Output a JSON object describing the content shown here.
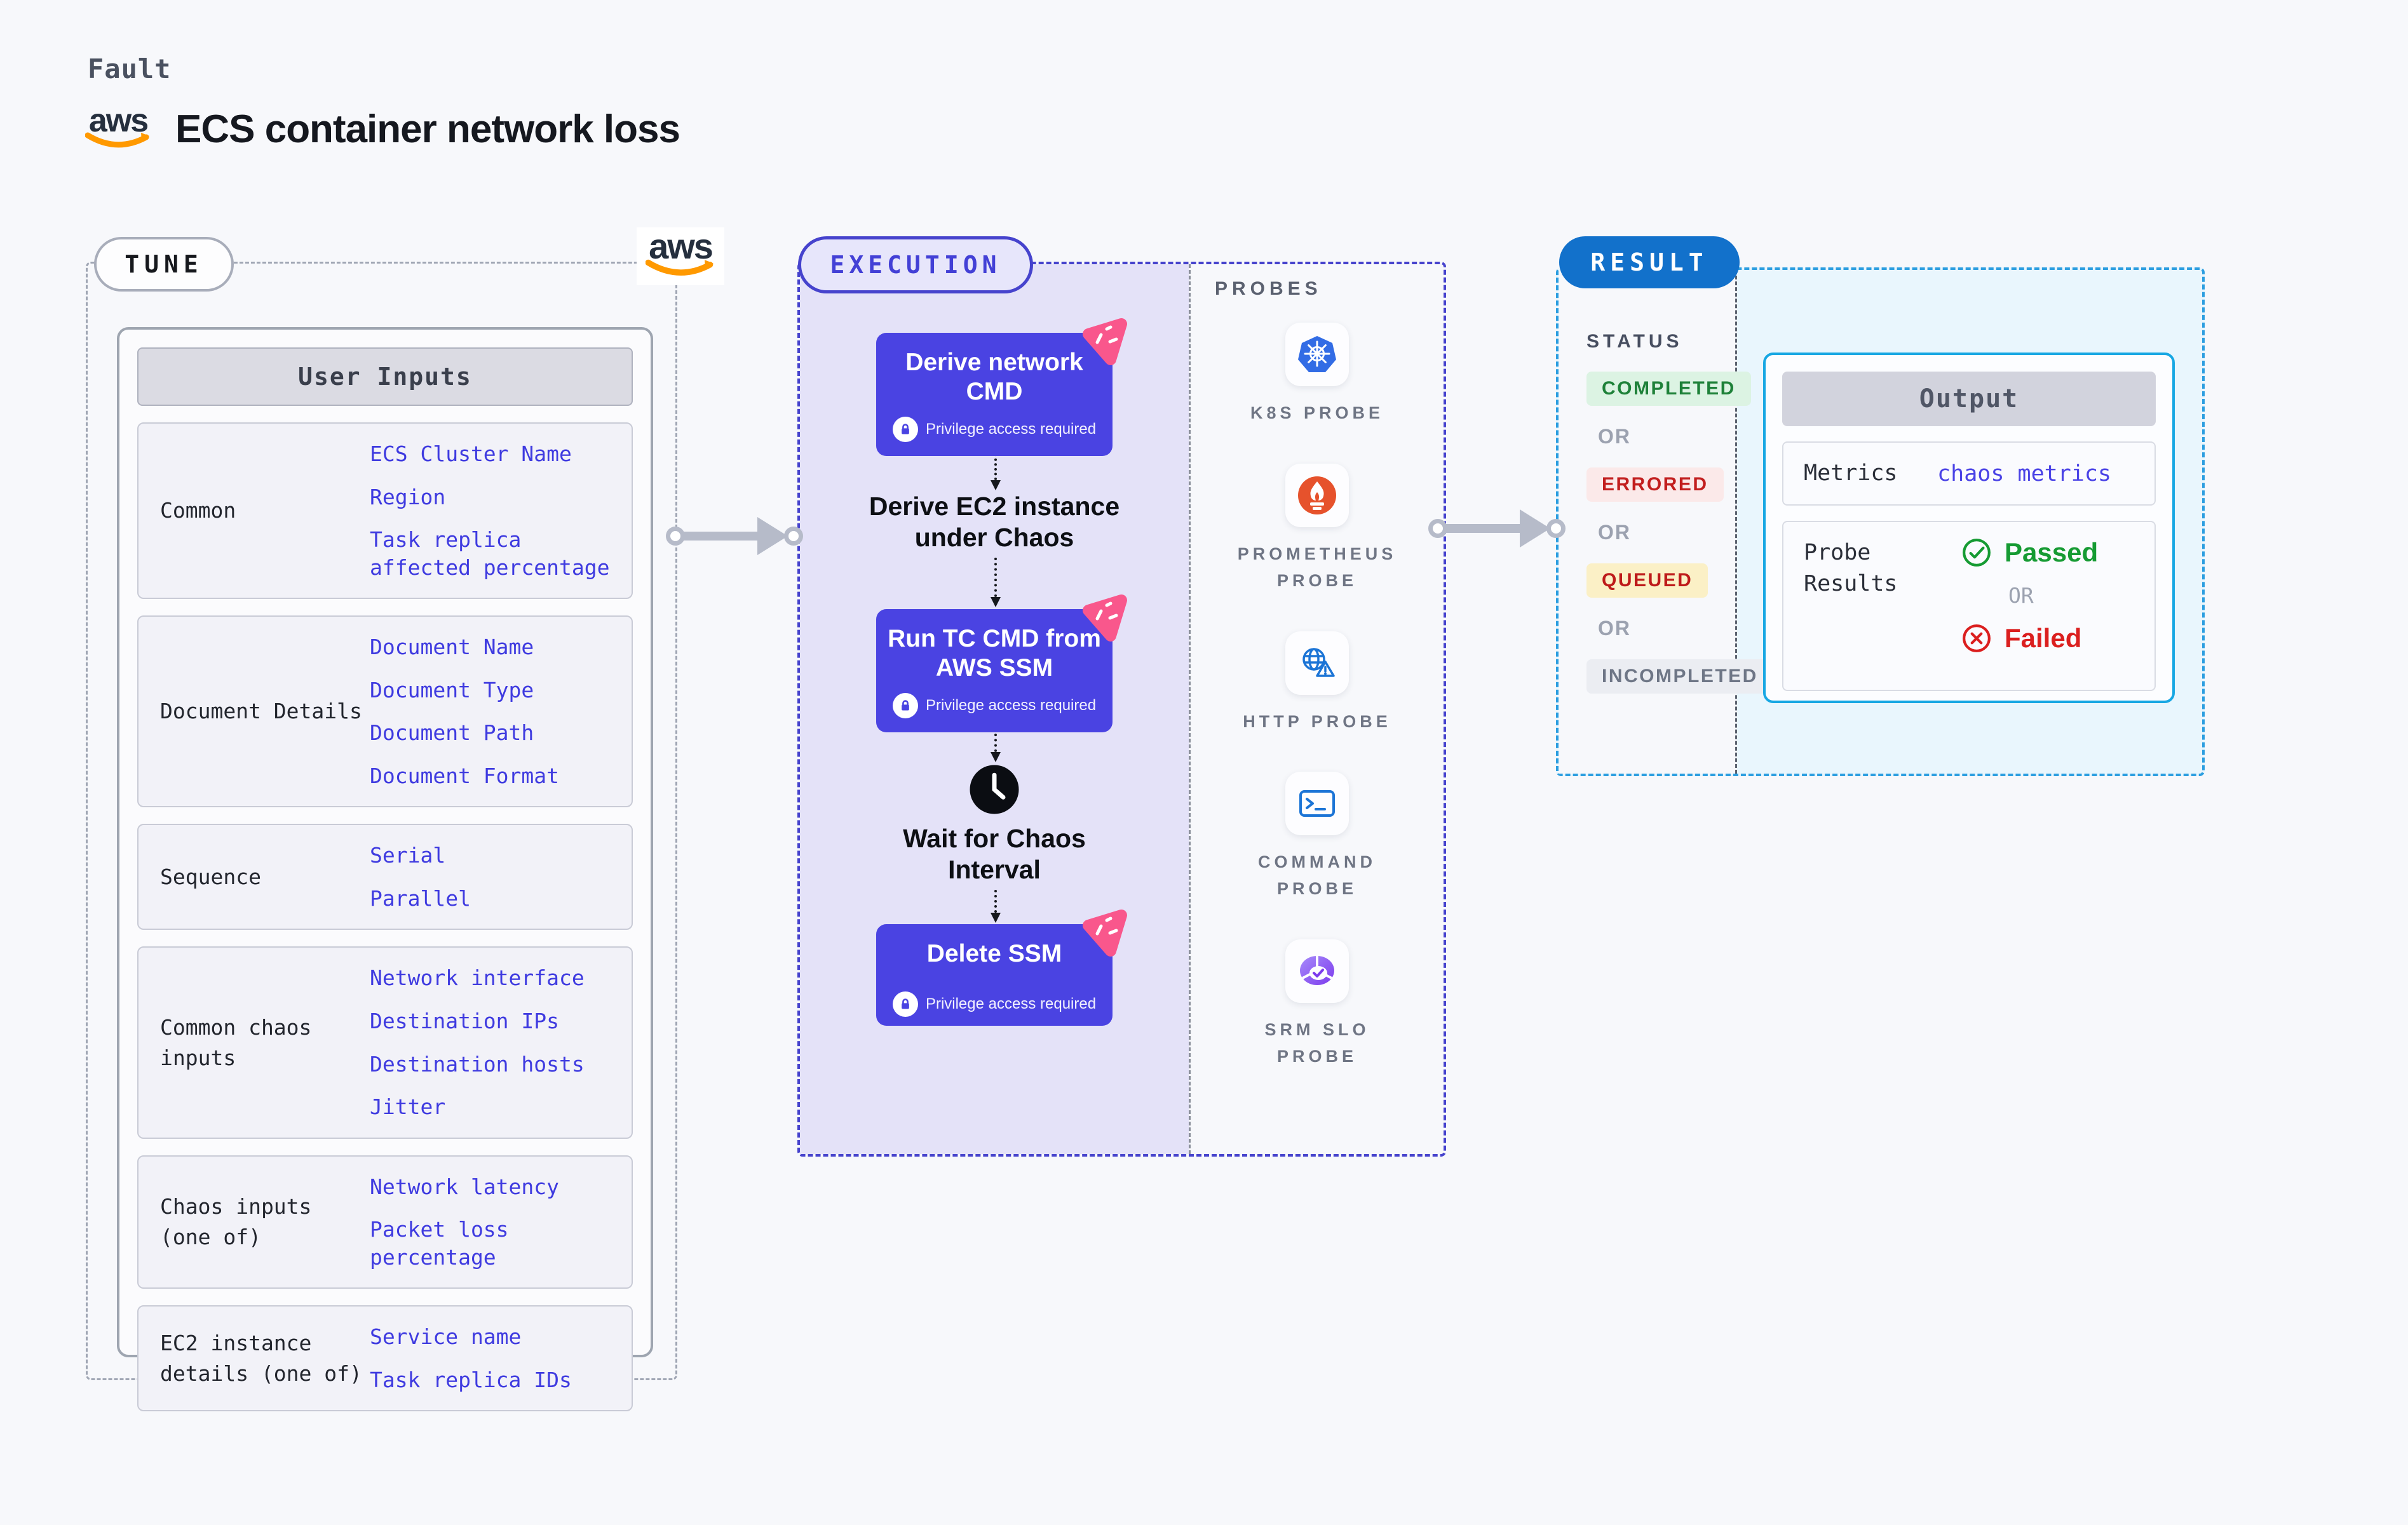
{
  "header": {
    "kicker": "Fault",
    "brand": "aws",
    "title": "ECS container network loss"
  },
  "tune": {
    "badge": "TUNE",
    "table_title": "User Inputs",
    "rows": [
      {
        "label": "Common",
        "values": [
          "ECS Cluster Name",
          "Region",
          "Task replica affected percentage"
        ]
      },
      {
        "label": "Document Details",
        "values": [
          "Document Name",
          "Document Type",
          "Document Path",
          "Document Format"
        ]
      },
      {
        "label": "Sequence",
        "values": [
          "Serial",
          "Parallel"
        ]
      },
      {
        "label": "Common chaos inputs",
        "values": [
          "Network interface",
          "Destination IPs",
          "Destination hosts",
          "Jitter"
        ]
      },
      {
        "label": "Chaos inputs (one of)",
        "values": [
          "Network latency",
          "Packet loss percentage"
        ]
      },
      {
        "label": "EC2 instance details (one of)",
        "values": [
          "Service name",
          "Task replica IDs"
        ]
      }
    ]
  },
  "execution": {
    "badge": "EXECUTION",
    "privilege_label": "Privilege access required",
    "nodes": [
      {
        "title": "Derive network CMD"
      },
      {
        "title": "Run TC CMD from AWS SSM"
      },
      {
        "title": "Delete SSM"
      }
    ],
    "flow_steps": [
      "Derive EC2 instance under Chaos",
      "Wait for Chaos Interval"
    ]
  },
  "probes": {
    "label": "PROBES",
    "items": [
      {
        "icon": "kubernetes-icon",
        "label": "K8S PROBE"
      },
      {
        "icon": "prometheus-icon",
        "label": "PROMETHEUS PROBE"
      },
      {
        "icon": "http-globe-warning-icon",
        "label": "HTTP PROBE"
      },
      {
        "icon": "terminal-icon",
        "label": "COMMAND PROBE"
      },
      {
        "icon": "slo-pie-check-icon",
        "label": "SRM SLO PROBE"
      }
    ]
  },
  "result": {
    "badge": "RESULT",
    "status_label": "STATUS",
    "or_label": "OR",
    "statuses": [
      {
        "label": "COMPLETED",
        "kind": "success"
      },
      {
        "label": "ERRORED",
        "kind": "error"
      },
      {
        "label": "QUEUED",
        "kind": "queued"
      },
      {
        "label": "INCOMPLETED",
        "kind": "neutral"
      }
    ],
    "output": {
      "title": "Output",
      "metrics_label": "Metrics",
      "metrics_link": "chaos metrics",
      "probe_results_label": "Probe Results",
      "passed_label": "Passed",
      "failed_label": "Failed"
    }
  },
  "colors": {
    "accent_indigo": "#4A43E2",
    "execution_panel_bg": "#E4E2F8",
    "result_pill_blue": "#1271CB",
    "result_border_blue": "#2C9EE0",
    "output_border_cyan": "#17A7E3",
    "link_blue": "#3F3BE0",
    "aws_orange": "#FF9900",
    "aws_navy": "#252F3E",
    "success_green": "#1E8139",
    "error_red": "#C21E1E",
    "queued_bg": "#FBF0C6",
    "kubernetes_blue": "#326CE5",
    "prometheus_orange": "#E6522C",
    "probe_blue": "#1B74D6",
    "srm_purple": "#7C3AED",
    "chaos_pink": "#F9578C"
  }
}
